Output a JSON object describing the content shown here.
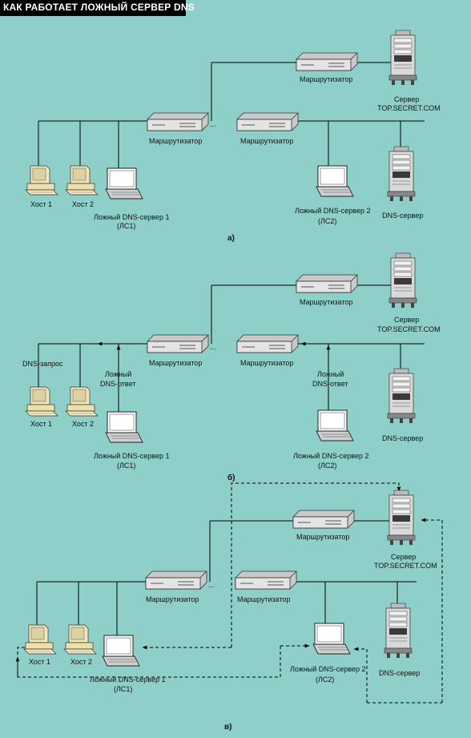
{
  "title": "КАК РАБОТАЕТ ЛОЖНЫЙ СЕРВЕР DNS",
  "labels": {
    "router": "Маршрутизатор",
    "server": "Сервер",
    "server_domain": "TOP.SECRET.COM",
    "dns_server": "DNS-сервер",
    "host1": "Хост 1",
    "host2": "Хост 2",
    "fake1": "Ложный DNS-сервер 1",
    "fake1_abbr": "(ЛС1)",
    "fake2": "Ложный DNS-сервер 2",
    "fake2_abbr": "(ЛС2)",
    "dns_query": "DNS-запрос",
    "fake_answer_l1": "Ложный",
    "fake_answer_l2": "DNS-ответ",
    "ellipsis": "..."
  },
  "panels": [
    {
      "id": "a",
      "caption": "а)"
    },
    {
      "id": "b",
      "caption": "б)"
    },
    {
      "id": "c",
      "caption": "в)"
    }
  ],
  "colors": {
    "background": "#8fcfc9",
    "line": "#000000",
    "device": "#dcdcdc"
  }
}
